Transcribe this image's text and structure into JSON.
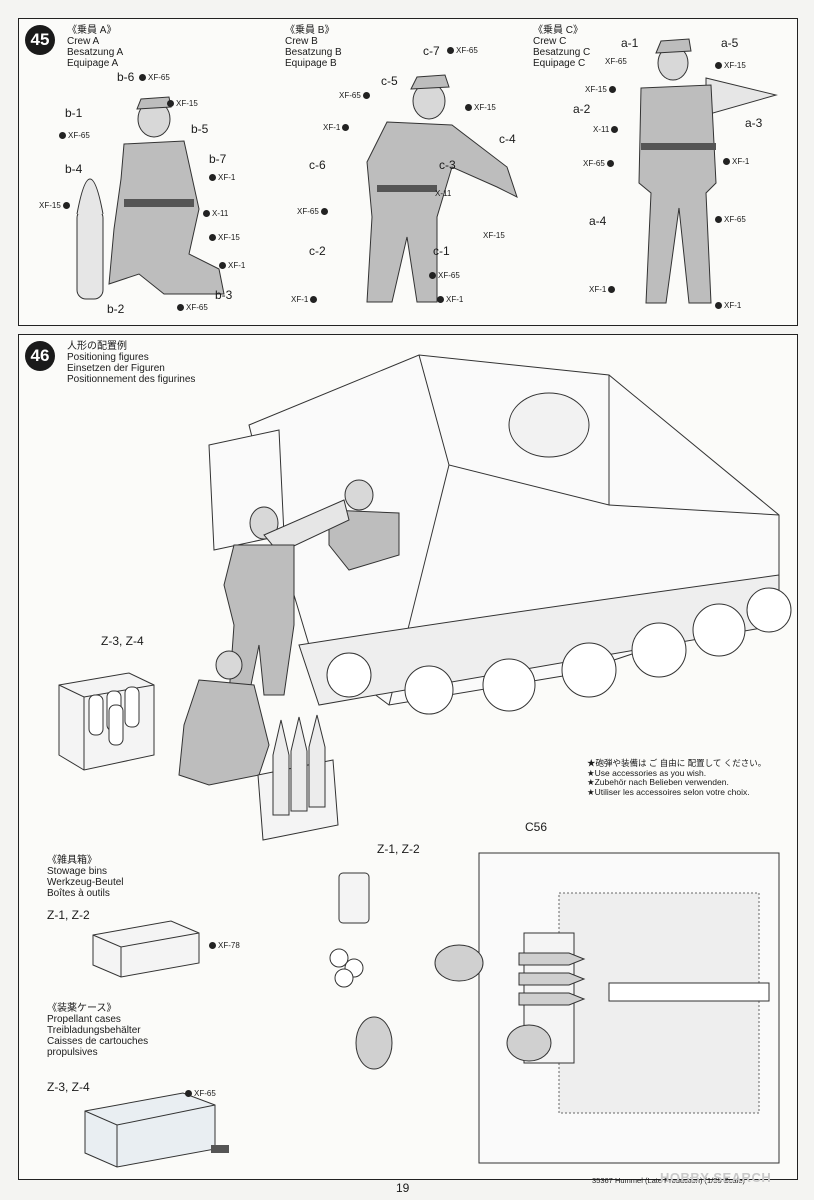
{
  "step45": {
    "number": "45",
    "crew": [
      {
        "label": "《乗員 A》",
        "lines": [
          "Crew A",
          "Besatzung A",
          "Equipage A"
        ]
      },
      {
        "label": "《乗員 B》",
        "lines": [
          "Crew B",
          "Besatzung B",
          "Equipage B"
        ]
      },
      {
        "label": "《乗員 C》",
        "lines": [
          "Crew C",
          "Besatzung C",
          "Equipage C"
        ]
      }
    ],
    "parts_a": [
      "b-6",
      "b-1",
      "b-5",
      "b-4",
      "b-7",
      "b-2",
      "b-3"
    ],
    "parts_b": [
      "c-7",
      "c-5",
      "c-4",
      "c-6",
      "c-3",
      "c-2",
      "c-1"
    ],
    "parts_c": [
      "a-1",
      "a-5",
      "a-2",
      "a-3",
      "a-4"
    ],
    "paints": {
      "xf65": "XF-65",
      "xf15": "XF-15",
      "xf1": "XF-1",
      "x11": "X-11"
    }
  },
  "step46": {
    "number": "46",
    "title_lines": [
      "人形の配置例",
      "Positioning figures",
      "Einsetzen der Figuren",
      "Positionnement des figurines"
    ],
    "label_z34": "Z-3, Z-4",
    "label_z12": "Z-1, Z-2",
    "accessory_note": [
      "★砲弾や装備は ご 自由に 配置して ください。",
      "★Use accessories as you wish.",
      "★Zubehör nach Belieben verwenden.",
      "★Utiliser les accessoires selon votre choix."
    ],
    "label_c56": "C56",
    "stowage_lines": [
      "《雑具箱》",
      "Stowage bins",
      "Werkzeug-Beutel",
      "Boîtes à outils"
    ],
    "stowage_parts": "Z-1, Z-2",
    "stowage_paint": "XF-78",
    "propellant_lines": [
      "《装薬ケース》",
      "Propellant cases",
      "Treibladungsbehälter",
      "Caisses de cartouches",
      "propulsives"
    ],
    "propellant_parts": "Z-3, Z-4",
    "propellant_paint": "XF-65"
  },
  "footer": {
    "page": "19",
    "code": "35367 Hummel (Late Production) (1/35 Scale)",
    "watermark": "HOBBY SEARCH"
  }
}
